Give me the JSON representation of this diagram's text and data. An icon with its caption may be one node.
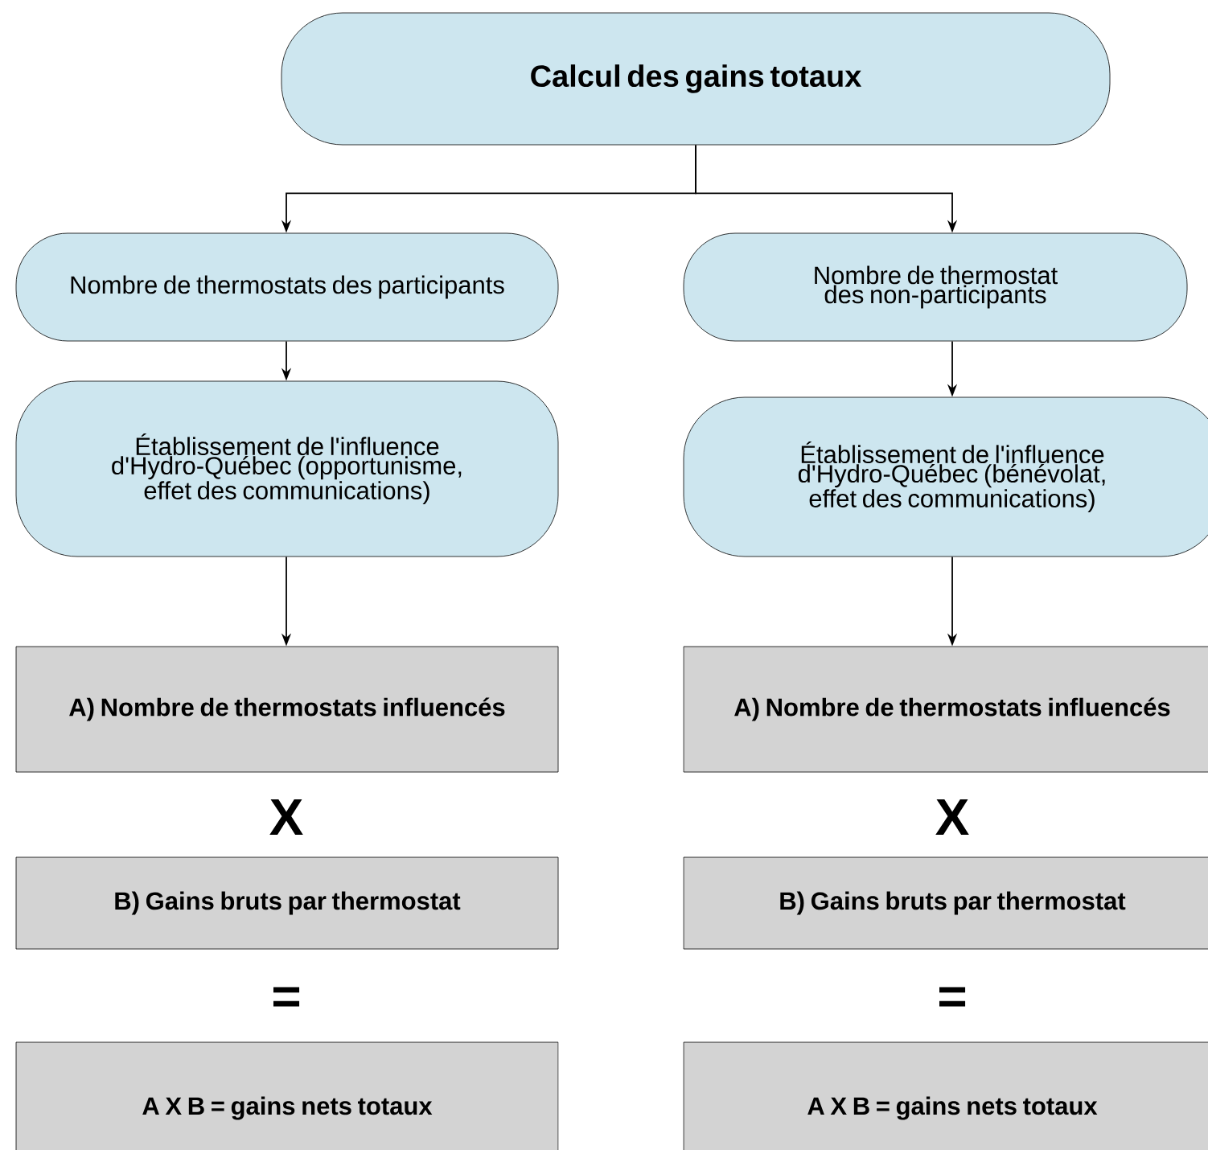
{
  "diagram": {
    "nodes": [
      {
        "text": [
          "Calcul des gains totaux"
        ]
      },
      {
        "text": [
          "Nombre de thermostats des participants"
        ]
      },
      {
        "text": [
          "Nombre de thermostat des non-participants"
        ]
      },
      {
        "text": [
          "Établissement de l'influence d'Hydro-Québec (opportunisme, effet des communications)"
        ]
      },
      {
        "text": [
          "Établissement de l'influence d'Hydro-Québec (bénévolat, effet des communications)"
        ]
      },
      {
        "text": [
          "A) Nombre de thermostats influencés"
        ]
      },
      {
        "text": [
          "A) Nombre de thermostats influencés"
        ]
      },
      {
        "text": [
          "B) Gains bruts par thermostat"
        ]
      },
      {
        "text": [
          "B) Gains bruts par thermostat"
        ]
      },
      {
        "text": [
          "A X B = gains nets totaux"
        ]
      },
      {
        "text": [
          "A X B = gains nets totaux"
        ]
      }
    ],
    "edges": [
      {
        "from": 0,
        "to": 1,
        "arrow": "to"
      },
      {
        "from": 0,
        "to": 2,
        "arrow": "to"
      },
      {
        "from": 1,
        "to": 3,
        "arrow": "to"
      },
      {
        "from": 2,
        "to": 4,
        "arrow": "to"
      },
      {
        "from": 3,
        "to": 5,
        "arrow": "to"
      },
      {
        "from": 4,
        "to": 6,
        "arrow": "to"
      }
    ],
    "labels": [
      "X",
      "X",
      "=",
      "="
    ]
  }
}
